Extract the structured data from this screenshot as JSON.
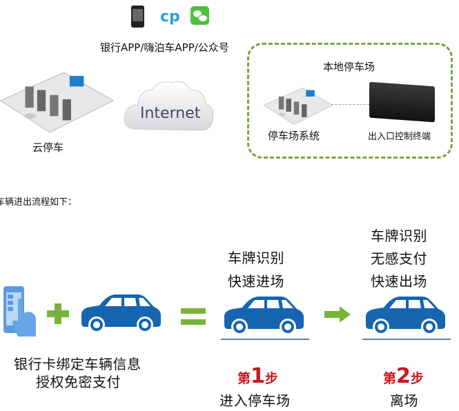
{
  "top": {
    "apps_label": "银行APP/嗨泊车APP/公众号",
    "cloud_parking_label": "云停车",
    "internet_label": "Internet",
    "local_lot_title": "本地停车场",
    "lot_system_label": "停车场系统",
    "gate_terminal_label": "出入口控制终端"
  },
  "intro_text": "车辆进出流程如下：",
  "flow": {
    "binding_line1": "银行卡绑定车辆信息",
    "binding_line2": "授权免密支付",
    "step1": {
      "prefix": "第",
      "num": "1",
      "suffix": "步",
      "title": "进入停车场",
      "notes": [
        "车牌识别",
        "快速进场"
      ]
    },
    "step2": {
      "prefix": "第",
      "num": "2",
      "suffix": "步",
      "title": "离场",
      "notes": [
        "车牌识别",
        "无感支付",
        "快速出场"
      ]
    }
  },
  "colors": {
    "green": "#7ab33a",
    "blue": "#1565b0",
    "red": "#c8161d"
  }
}
